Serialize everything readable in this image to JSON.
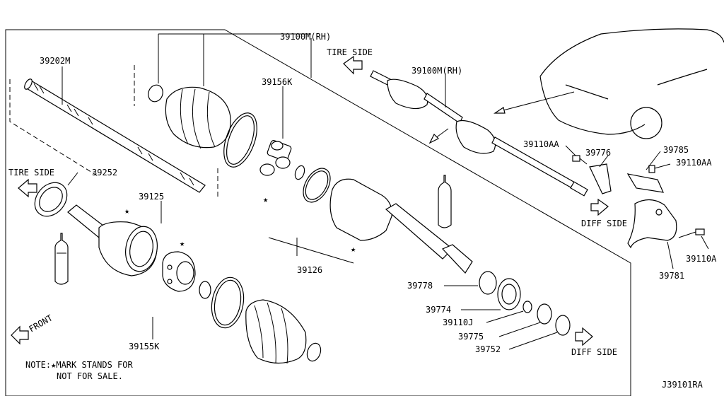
{
  "diagram_id": "J39101RA",
  "note": {
    "line1": "NOTE:★MARK STANDS FOR",
    "line2": "NOT FOR SALE."
  },
  "direction_labels": {
    "tire_side_left": "TIRE SIDE",
    "tire_side_top": "TIRE SIDE",
    "front": "FRONT",
    "diff_side_right": "DIFF SIDE",
    "diff_side_bottom": "DIFF SIDE"
  },
  "callouts": {
    "p39100m_top": "39100M(RH)",
    "p39100m_inset": "39100M(RH)",
    "p39202m": "39202M",
    "p39156k": "39156K",
    "p39252": "39252",
    "p39125": "39125",
    "p39126": "39126",
    "p39155k": "39155K",
    "p39778": "39778",
    "p39774": "39774",
    "p39110j": "39110J",
    "p39775": "39775",
    "p39752": "39752",
    "p39110aa_a": "39110AA",
    "p39776": "39776",
    "p39785": "39785",
    "p39110aa_b": "39110AA",
    "p39110a": "39110A",
    "p39781": "39781"
  }
}
